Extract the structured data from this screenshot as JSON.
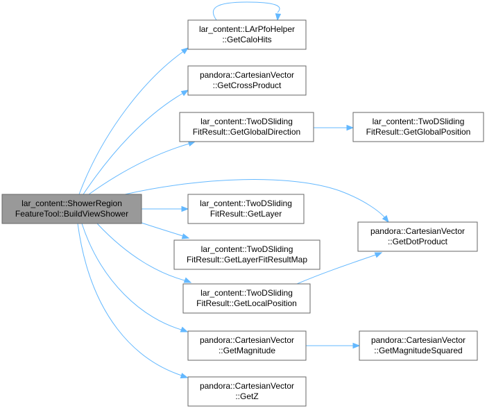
{
  "nodes": [
    {
      "id": "root",
      "lines": [
        "lar_content::ShowerRegion",
        "FeatureTool::BuildViewShower"
      ],
      "root": true
    },
    {
      "id": "getcalohits",
      "lines": [
        "lar_content::LArPfoHelper",
        "::GetCaloHits"
      ]
    },
    {
      "id": "getcrossproduct",
      "lines": [
        "pandora::CartesianVector",
        "::GetCrossProduct"
      ]
    },
    {
      "id": "getglobaldirection",
      "lines": [
        "lar_content::TwoDSliding",
        "FitResult::GetGlobalDirection"
      ]
    },
    {
      "id": "getglobalposition",
      "lines": [
        "lar_content::TwoDSliding",
        "FitResult::GetGlobalPosition"
      ]
    },
    {
      "id": "getdotproduct",
      "lines": [
        "pandora::CartesianVector",
        "::GetDotProduct"
      ]
    },
    {
      "id": "getlayer",
      "lines": [
        "lar_content::TwoDSliding",
        "FitResult::GetLayer"
      ]
    },
    {
      "id": "getlayerfitresultmap",
      "lines": [
        "lar_content::TwoDSliding",
        "FitResult::GetLayerFitResultMap"
      ]
    },
    {
      "id": "getlocalposition",
      "lines": [
        "lar_content::TwoDSliding",
        "FitResult::GetLocalPosition"
      ]
    },
    {
      "id": "getmagnitude",
      "lines": [
        "pandora::CartesianVector",
        "::GetMagnitude"
      ]
    },
    {
      "id": "getmagnitudesquared",
      "lines": [
        "pandora::CartesianVector",
        "::GetMagnitudeSquared"
      ]
    },
    {
      "id": "getz",
      "lines": [
        "pandora::CartesianVector",
        "::GetZ"
      ]
    }
  ],
  "edges": [
    {
      "from": "root",
      "to": "getcalohits"
    },
    {
      "from": "getcalohits",
      "to": "getcalohits"
    },
    {
      "from": "root",
      "to": "getcrossproduct"
    },
    {
      "from": "root",
      "to": "getglobaldirection"
    },
    {
      "from": "getglobaldirection",
      "to": "getglobalposition"
    },
    {
      "from": "root",
      "to": "getdotproduct"
    },
    {
      "from": "root",
      "to": "getlayer"
    },
    {
      "from": "root",
      "to": "getlayerfitresultmap"
    },
    {
      "from": "root",
      "to": "getlocalposition"
    },
    {
      "from": "getlocalposition",
      "to": "getdotproduct"
    },
    {
      "from": "root",
      "to": "getmagnitude"
    },
    {
      "from": "getmagnitude",
      "to": "getmagnitudesquared"
    },
    {
      "from": "root",
      "to": "getz"
    }
  ],
  "colors": {
    "edge": "#63b8ff",
    "root_fill": "#999999",
    "node_border": "#666666"
  }
}
